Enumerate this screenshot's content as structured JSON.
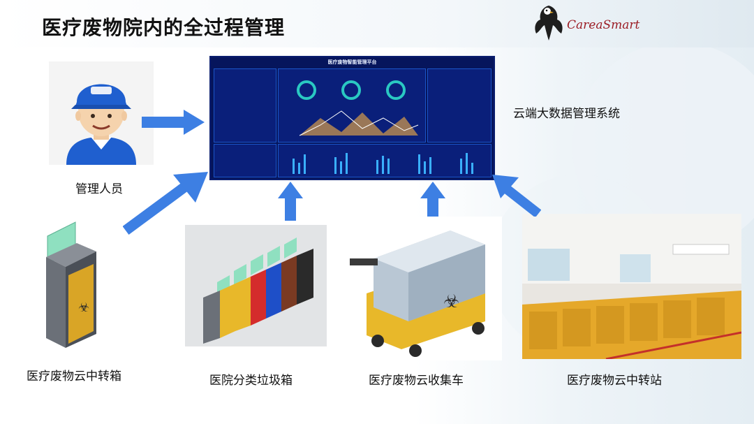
{
  "slide": {
    "title": "医疗废物院内的全过程管理"
  },
  "logo": {
    "text": "CareaSmart"
  },
  "dashboard": {
    "title": "医疗废物智能管理平台",
    "label": "云端大数据管理系统"
  },
  "nodes": {
    "manager": "管理人员",
    "transfer_box": "医疗废物云中转箱",
    "sorting_bins": "医院分类垃圾箱",
    "collection_cart": "医疗废物云收集车",
    "transfer_station": "医疗废物云中转站"
  },
  "colors": {
    "arrow": "#3d7fe3",
    "dashboard_bg": "#06155c",
    "bin_yellow": "#e8b82a"
  }
}
